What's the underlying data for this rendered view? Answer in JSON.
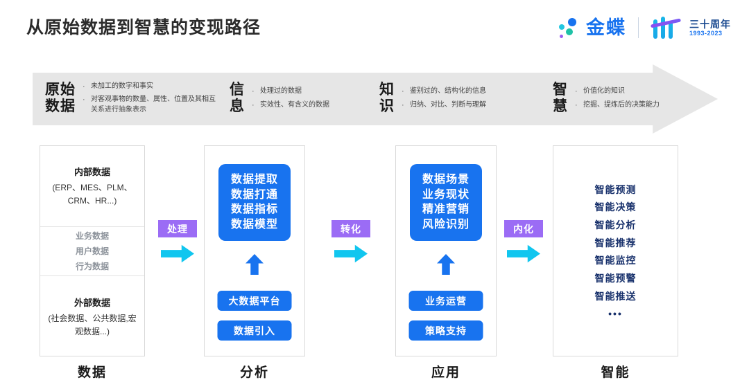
{
  "header": {
    "title": "从原始数据到智慧的变现路径",
    "logo": {
      "brand": "金蝶",
      "anniversary_cn": "三十周年",
      "anniversary_years": "1993-2023"
    }
  },
  "dikw_band": {
    "stages": [
      {
        "title": "原始\n数据",
        "bullets": [
          "未加工的数字和事实",
          "对客观事物的数量、属性、位置及其相互关系进行抽象表示"
        ]
      },
      {
        "title": "信\n息",
        "bullets": [
          "处理过的数据",
          "实效性、有含义的数据"
        ]
      },
      {
        "title": "知\n识",
        "bullets": [
          "鉴别过的、结构化的信息",
          "归纳、对比、判断与理解"
        ]
      },
      {
        "title": "智\n慧",
        "bullets": [
          "价值化的知识",
          "挖掘、提炼后的决策能力"
        ]
      }
    ]
  },
  "pipeline": {
    "cards": [
      {
        "label": "数据",
        "internal_heading": "内部数据",
        "internal_desc": "(ERP、MES、PLM、CRM、HR...)",
        "middle_lines": [
          "业务数据",
          "用户数据",
          "行为数据"
        ],
        "external_heading": "外部数据",
        "external_desc": "(社会数据、公共数据,宏观数据...)"
      },
      {
        "label": "分析",
        "main_box": "数据提取\n数据打通\n数据指标\n数据模型",
        "pill_1": "大数据平台",
        "pill_2": "数据引入"
      },
      {
        "label": "应用",
        "main_box": "数据场景\n业务现状\n精准营销\n风险识别",
        "pill_1": "业务运营",
        "pill_2": "策略支持"
      },
      {
        "label": "智能",
        "items": [
          "智能预测",
          "智能决策",
          "智能分析",
          "智能推荐",
          "智能监控",
          "智能预警",
          "智能推送"
        ],
        "ellipsis": "•••"
      }
    ],
    "connectors": [
      {
        "tag": "处理"
      },
      {
        "tag": "转化"
      },
      {
        "tag": "内化"
      }
    ]
  },
  "colors": {
    "brand_blue": "#1873ef",
    "accent_cyan": "#11c6ef",
    "accent_purple": "#9b6cf5",
    "band_gray": "#e6e6e6",
    "intel_navy": "#17306b",
    "muted_gray": "#8e949c"
  }
}
